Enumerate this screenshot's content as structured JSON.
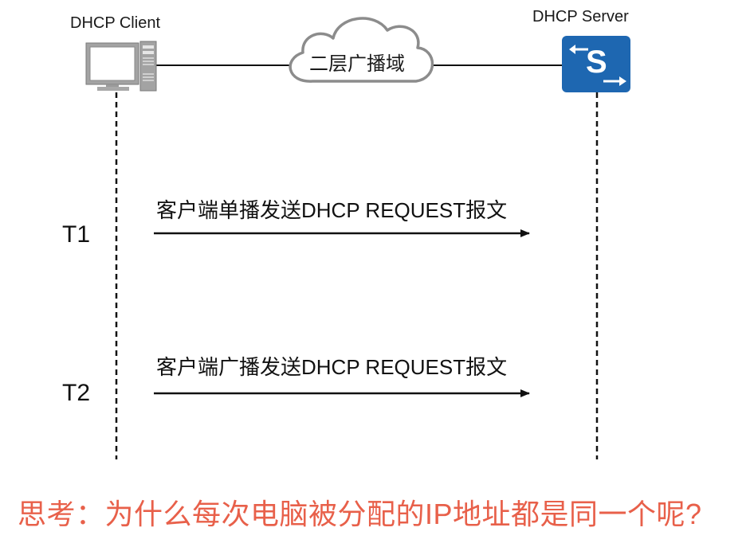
{
  "nodes": {
    "client": {
      "title": "DHCP Client",
      "icon": "computer-icon"
    },
    "server": {
      "title": "DHCP Server",
      "icon": "switch-icon",
      "icon_letter": "S",
      "icon_color": "#1e67b1"
    }
  },
  "network": {
    "label": "二层广播域",
    "icon": "cloud-icon"
  },
  "steps": [
    {
      "time": "T1",
      "message": "客户端单播发送DHCP REQUEST报文"
    },
    {
      "time": "T2",
      "message": "客户端广播发送DHCP REQUEST报文"
    }
  ],
  "question": "思考：为什么每次电脑被分配的IP地址都是同一个呢?",
  "colors": {
    "question": "#e8604a",
    "server_icon": "#1e67b1",
    "computer_icon": "#9a9a9a",
    "cloud_stroke": "#8c8c8c"
  }
}
